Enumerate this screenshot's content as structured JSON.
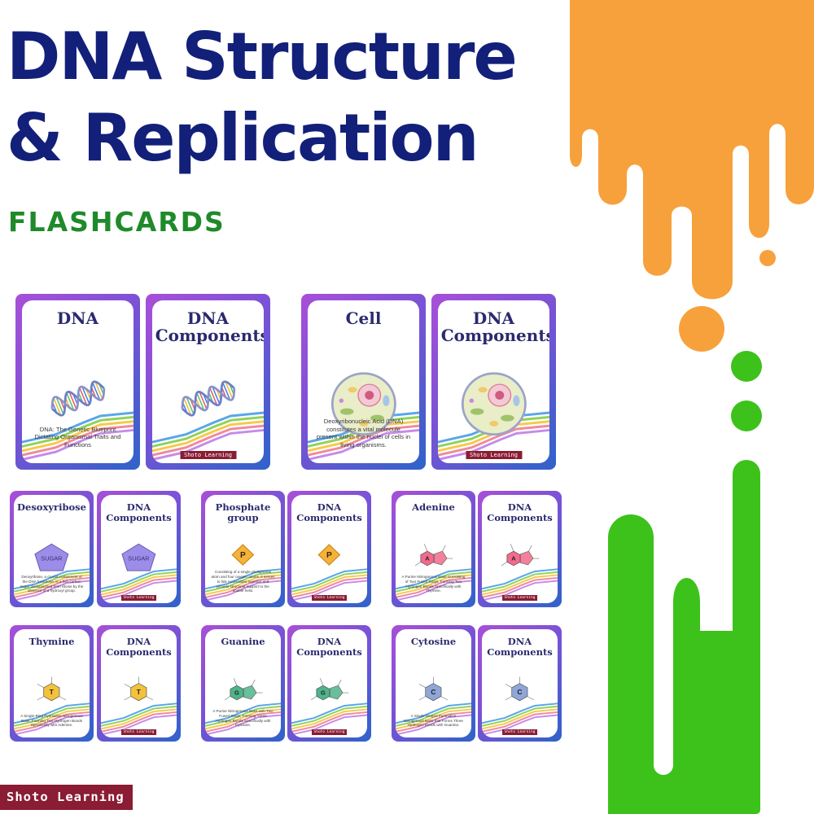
{
  "header": {
    "title_line1": "DNA Structure",
    "title_line2": "& Replication",
    "subtitle": "FLASHCARDS"
  },
  "colors": {
    "title": "#12207a",
    "subtitle": "#1f8a2a",
    "drip_orange": "#f7a13c",
    "drip_green": "#3cc21a",
    "brand_badge": "#8a1c33"
  },
  "cards": [
    {
      "title": "DNA",
      "description": "DNA: The Genetic Blueprint Dictating Organismal Traits and Functions",
      "brand": "",
      "icon": "dna-helix-icon"
    },
    {
      "title": "DNA Components",
      "description": "",
      "brand": "Shoto Learning",
      "icon": "dna-helix-icon"
    },
    {
      "title": "Cell",
      "description": "Deoxyribonucleic Acid (DNA) constitutes a vital molecule present within the nuclei of cells in living organisms.",
      "brand": "",
      "icon": "cell-icon"
    },
    {
      "title": "DNA Components",
      "description": "",
      "brand": "Shoto Learning",
      "icon": "cell-icon"
    },
    {
      "title": "Desoxyribose",
      "description": "Deoxyribose, a crucial component of the DNA backbone, is a five-carbon sugar distinguished from ribose by the absence of a hydroxyl group.",
      "brand": "",
      "icon": "sugar-pentagon-icon",
      "label": "SUGAR",
      "color": "#9b8de8"
    },
    {
      "title": "DNA Components",
      "description": "",
      "brand": "Shoto Learning",
      "icon": "sugar-pentagon-icon",
      "label": "SUGAR",
      "color": "#9b8de8"
    },
    {
      "title": "Phosphate group",
      "description": "Consisting of a single phosphorus atom and four oxygen atoms, it serves to link nucleotides together and provide structural support to the double helix.",
      "brand": "",
      "icon": "phosphate-diamond-icon",
      "label": "P",
      "color": "#f4b23a"
    },
    {
      "title": "DNA Components",
      "description": "",
      "brand": "Shoto Learning",
      "icon": "phosphate-diamond-icon",
      "label": "P",
      "color": "#f4b23a"
    },
    {
      "title": "Adenine",
      "description": "A Purine Nitrogenous Base Consisting of Two Fused Rings, Forming Two Hydrogen Bonds Specifically with Thymine.",
      "brand": "",
      "icon": "purine-molecule-icon",
      "label": "A",
      "color": "#f26a8d"
    },
    {
      "title": "DNA Components",
      "description": "",
      "brand": "Shoto Learning",
      "icon": "purine-molecule-icon",
      "label": "A",
      "color": "#f26a8d"
    },
    {
      "title": "Thymine",
      "description": "A Single-Ring Pyrimidine Nitrogenous Base, Forming Two Hydrogen Bonds Specifically with Adenine.",
      "brand": "",
      "icon": "pyrimidine-molecule-icon",
      "label": "T",
      "color": "#f4c23a"
    },
    {
      "title": "DNA Components",
      "description": "",
      "brand": "Shoto Learning",
      "icon": "pyrimidine-molecule-icon",
      "label": "T",
      "color": "#f4c23a"
    },
    {
      "title": "Guanine",
      "description": "A Purine Nitrogenous Base with Two Fused Rings, Forming Three Hydrogen Bonds Specifically with Cytosine.",
      "brand": "",
      "icon": "purine-molecule-icon",
      "label": "G",
      "color": "#4fb38a"
    },
    {
      "title": "DNA Components",
      "description": "",
      "brand": "Shoto Learning",
      "icon": "purine-molecule-icon",
      "label": "G",
      "color": "#4fb38a"
    },
    {
      "title": "Cytosine",
      "description": "A Single-Ringed Pyrimidine Nitrogenous Base that Forms Three Hydrogen Bonds with Guanine.",
      "brand": "",
      "icon": "pyrimidine-molecule-icon",
      "label": "C",
      "color": "#8fa6d8"
    },
    {
      "title": "DNA Components",
      "description": "",
      "brand": "Shoto Learning",
      "icon": "pyrimidine-molecule-icon",
      "label": "C",
      "color": "#8fa6d8"
    }
  ],
  "footer": {
    "brand": "Shoto Learning"
  }
}
